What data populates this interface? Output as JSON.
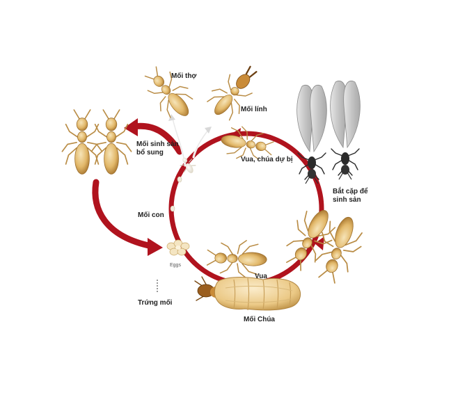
{
  "labels": {
    "worker": "Mối thợ",
    "soldier": "Mối lính",
    "supplementary_reproductive": "Mối sinh sản bổ sung",
    "reserve_royals": "Vua, chúa dự bị",
    "mating": "Bắt cặp để sinh sản",
    "nymph": "Mối con",
    "eggs_tag": "Eggs",
    "eggs": "Trứng mối",
    "king": "Vua",
    "queen": "Mối Chúa"
  },
  "colors": {
    "cycle": "#b0131e",
    "body": "#e2b86a",
    "body_light": "#f1dba8",
    "body_dark": "#a8762f",
    "wing": "#cfcfcf",
    "alate_body": "#2b2b2b"
  },
  "icons": {
    "arrow": "curved-red-arrow",
    "termite": "termite-illustration"
  }
}
